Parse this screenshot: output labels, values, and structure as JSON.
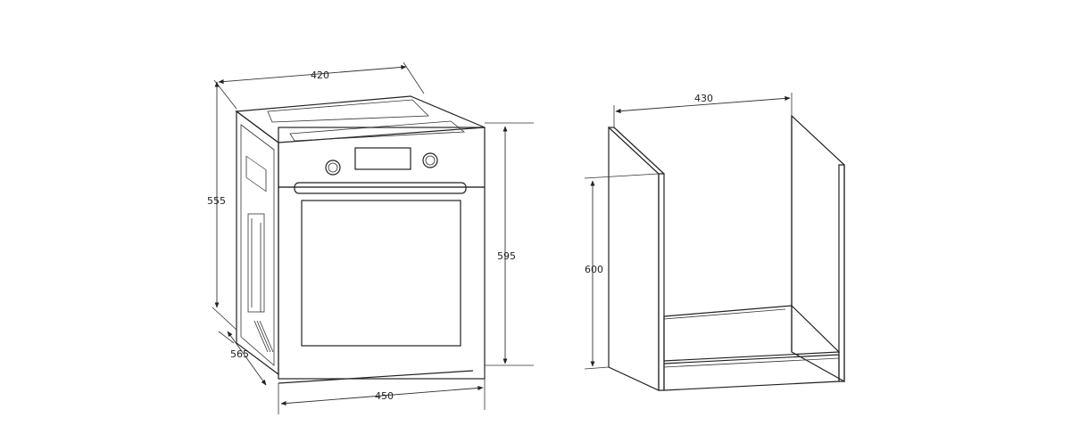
{
  "oven": {
    "dims": {
      "depth_top": "420",
      "side_height": "555",
      "front_height": "595",
      "width_bottom": "450",
      "depth_side": "565"
    }
  },
  "cabinet": {
    "dims": {
      "width_top": "430",
      "height": "600"
    }
  }
}
